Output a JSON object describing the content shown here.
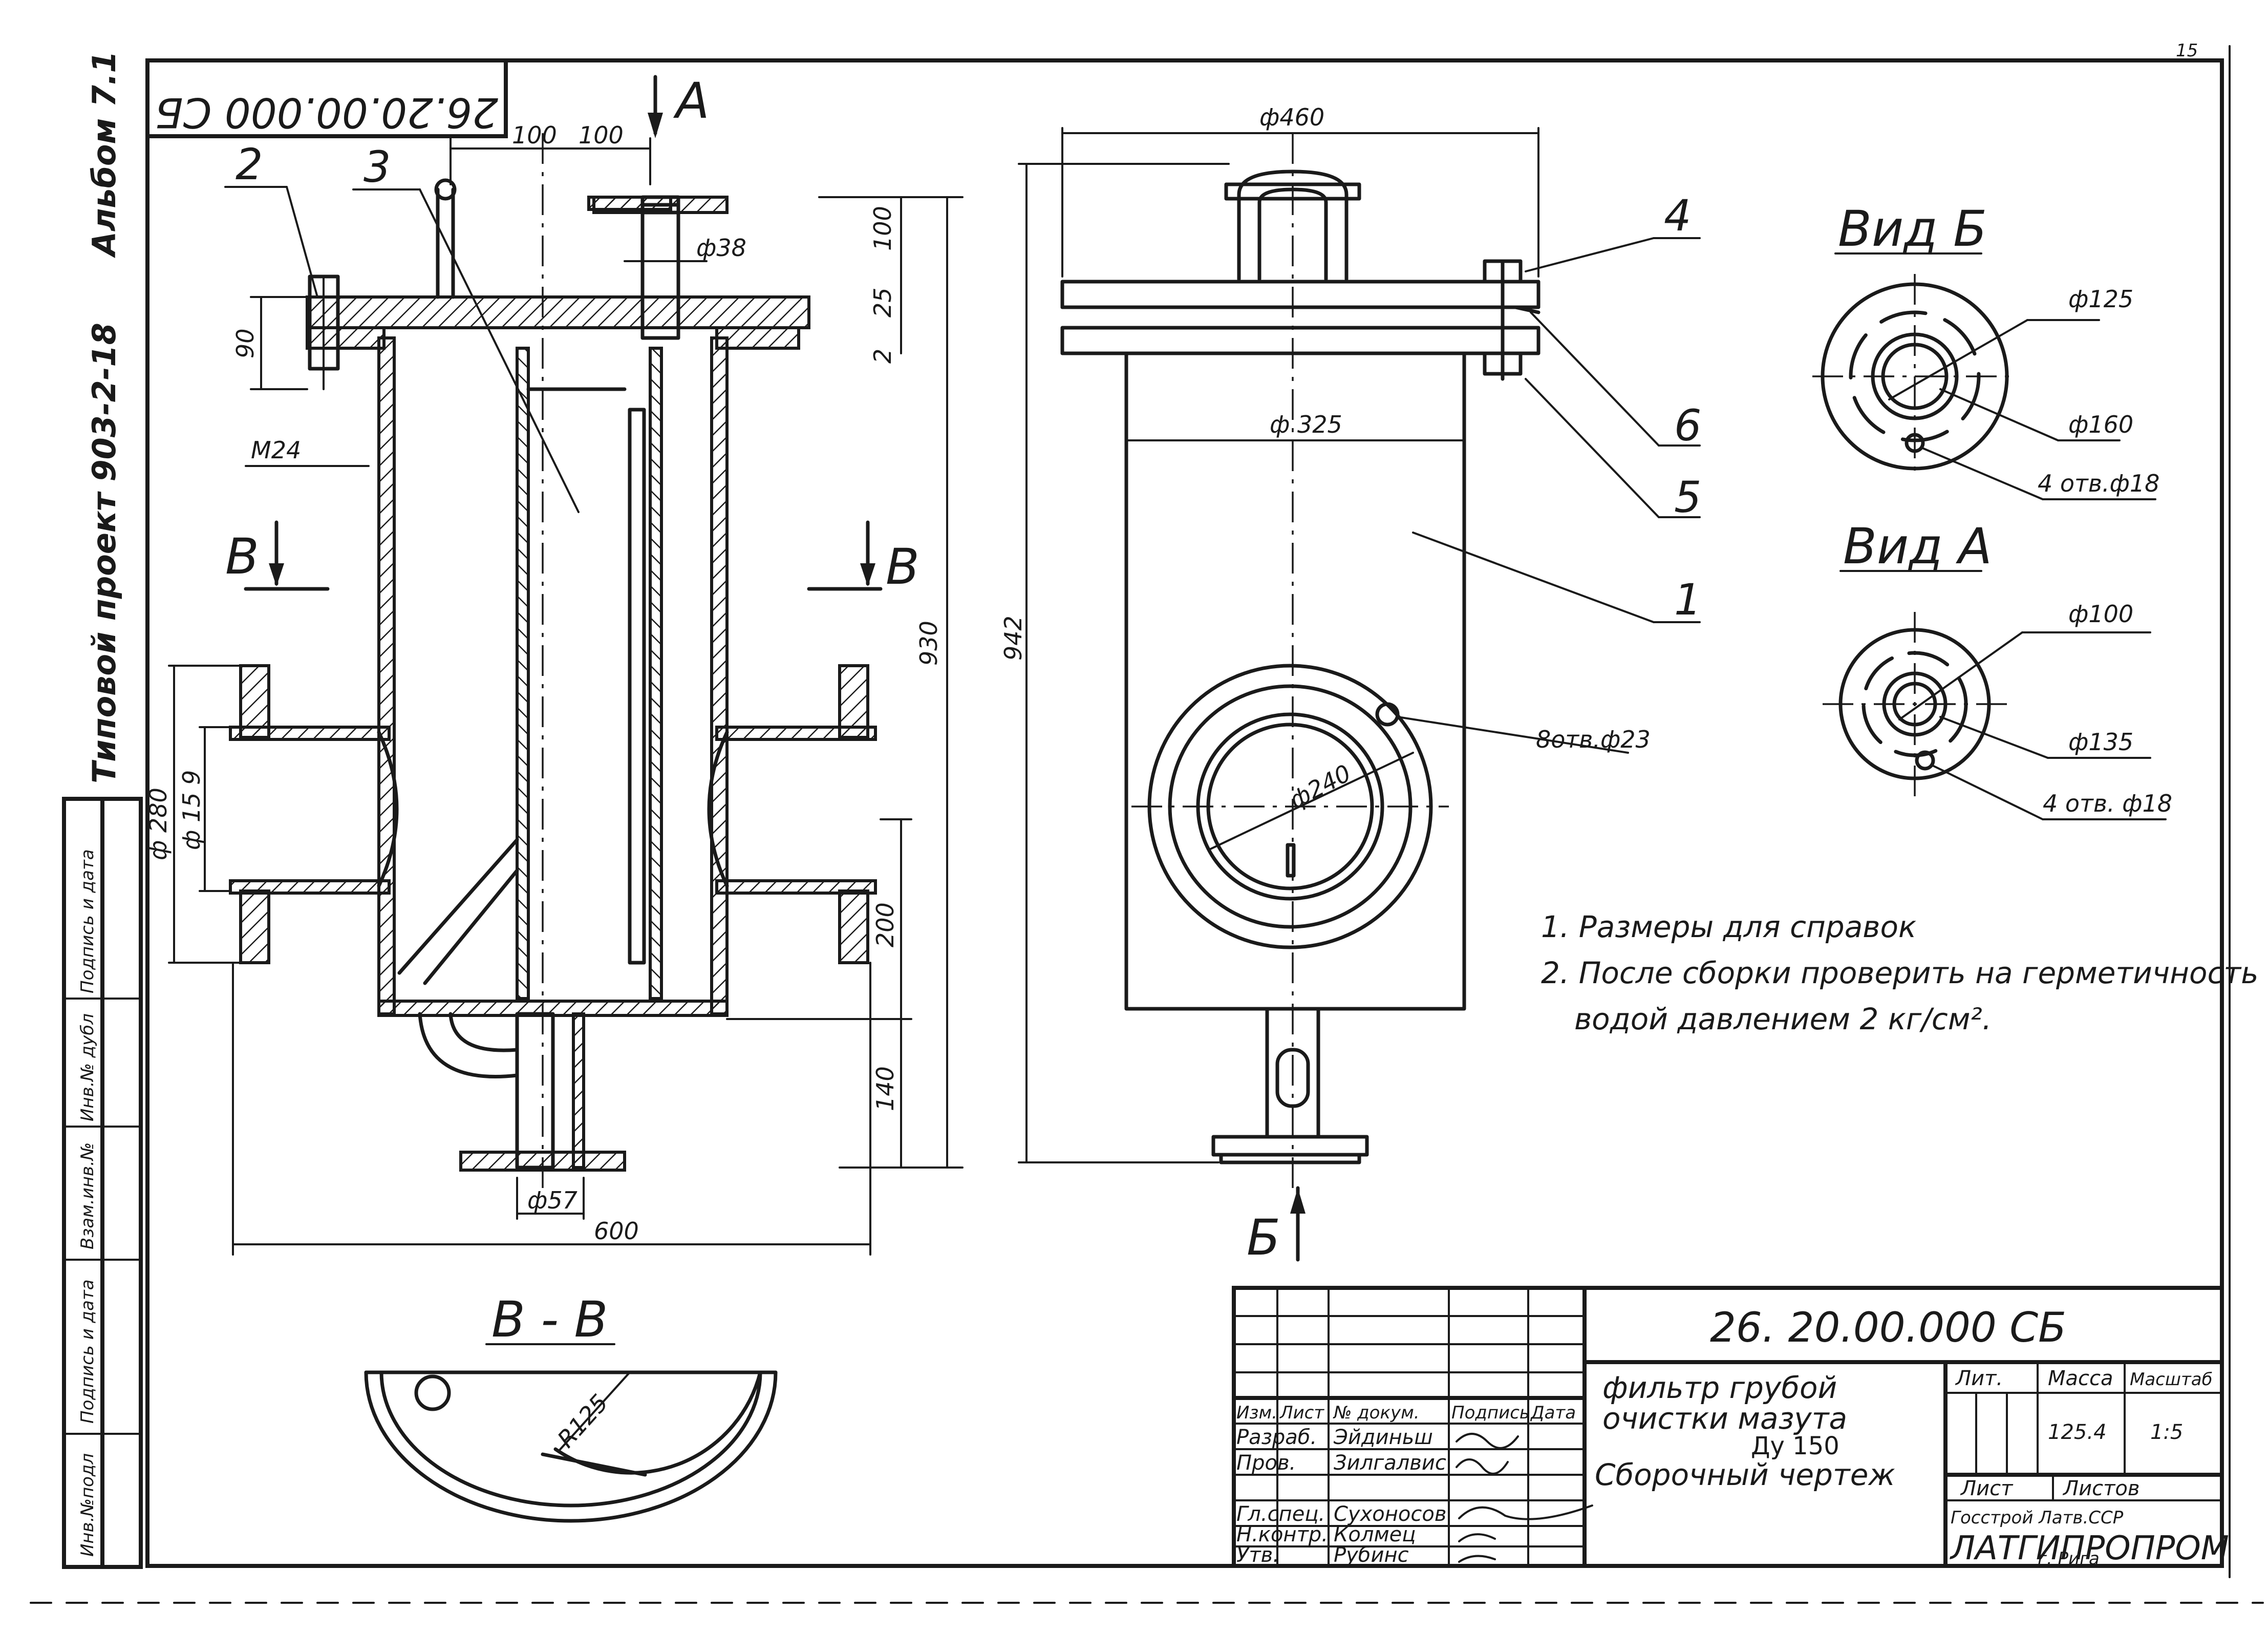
{
  "top_code": "26.20.00.000 СБ",
  "side_margin": {
    "album": "Альбом 7.1",
    "project": "Типовой проект  903-2-18",
    "stamp_cells": [
      "Инв.№подл",
      "Подпись и дата",
      "Взам.инв.№",
      "Инв.№ дубл",
      "Подпись и дата"
    ]
  },
  "section_marks": {
    "a": "А",
    "b": "Б",
    "v": "В",
    "vv": "В - В"
  },
  "views": {
    "vid_b": "Вид  Б",
    "vid_a": "Вид  А"
  },
  "parts": [
    "1",
    "2",
    "3",
    "4",
    "5",
    "6"
  ],
  "dims": {
    "d100a": "100",
    "d100b": "100",
    "d100c": "100",
    "d38": "ф38",
    "d25": "25",
    "d2": "2",
    "d90": "90",
    "m24": "М24",
    "d930": "930",
    "d200": "200",
    "d140": "140",
    "d280": "ф 280",
    "d159": "ф 15 9",
    "d57": "ф57",
    "d600": "600",
    "d460": "ф460",
    "d325": "ф  325",
    "d942": "942",
    "d240": "ф240",
    "holes8": "8отв.ф23",
    "r125": "R125",
    "vb_125": "ф125",
    "vb_160": "ф160",
    "vb_holes": "4 отв.ф18",
    "va_100": "ф100",
    "va_135": "ф135",
    "va_holes": "4 отв. ф18"
  },
  "notes": [
    "1.  Размеры  для  справок",
    "2.  После  сборки  проверить  на  герметичность",
    "водой  давлением  2 кг/см²."
  ],
  "title_block": {
    "doc_code": "26. 20.00.000 СБ",
    "name_lines": [
      "фильтр  грубой",
      "очистки   мазута",
      "Ду 150",
      "Сборочный  чертеж"
    ],
    "header": [
      "Изм.",
      "Лист",
      "№ докум.",
      "Подпись",
      "Дата"
    ],
    "rows": [
      {
        "role": "Разраб.",
        "name": "Эйдиньш"
      },
      {
        "role": "Пров.",
        "name": "Зилгалвис"
      },
      {
        "role": "Гл.спец.",
        "name": "Сухоносов"
      },
      {
        "role": "Н.контр.",
        "name": "Колмец"
      },
      {
        "role": "Утв.",
        "name": "Рубинс"
      }
    ],
    "lit": "Лит.",
    "mass": "Масса",
    "scale_h": "Масштаб",
    "mass_val": "125.4",
    "scale_val": "1:5",
    "sheet": "Лист",
    "sheets": "Листов",
    "org_line1": "Госстрой Латв.ССР",
    "org_line2": "ЛАТГИПРОПРОМ",
    "org_line3": "г. Рига",
    "corner_num": "15"
  },
  "colors": {
    "ink": "#1a1a1a",
    "paper": "#ffffff"
  }
}
